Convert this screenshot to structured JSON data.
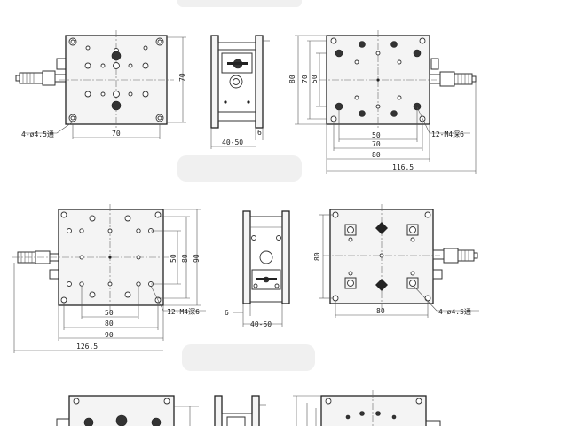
{
  "stage1": {
    "top_view": {
      "dim_width": "70",
      "dim_height": "70",
      "hole_callout": "4-ø4.5通"
    },
    "side_view": {
      "dim_travel": "40-50",
      "dim_offset": "6"
    },
    "bottom_view": {
      "dim_80v": "80",
      "dim_70v": "70",
      "dim_50v": "50",
      "dim_50": "50",
      "dim_70": "70",
      "dim_80": "80",
      "dim_total": "116.5",
      "thread_callout": "12-M4深6"
    }
  },
  "stage2": {
    "top_view": {
      "dim_50": "50",
      "dim_80": "80",
      "dim_90": "90",
      "dim_total": "126.5",
      "dim_50v": "50",
      "dim_80v": "80",
      "dim_90v": "90",
      "thread_callout": "12-M4深6"
    },
    "side_view": {
      "dim_offset": "6",
      "dim_travel": "40-50"
    },
    "bottom_view": {
      "dim_80v": "80",
      "dim_80": "80",
      "hole_callout": "4-ø4.5通"
    }
  }
}
